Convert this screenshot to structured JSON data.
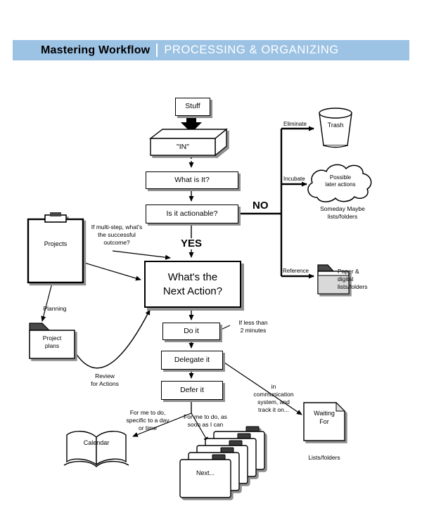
{
  "header": {
    "left_title": "Mastering Workflow",
    "right_title": "PROCESSING & ORGANIZING"
  },
  "colors": {
    "header_bar": "#9cc2e4",
    "header_right_text": "#ffffff",
    "ink": "#000000",
    "box_shadow": "#8f8f8f"
  },
  "flow": {
    "stuff": "Stuff",
    "in_tray": "\"IN\"",
    "what_is_it": "What is It?",
    "actionable": "Is it actionable?",
    "no": "NO",
    "yes": "YES",
    "next_action": "What's the\nNext Action?",
    "do_it": "Do it",
    "delegate_it": "Delegate it",
    "defer_it": "Defer it"
  },
  "left_column": {
    "projects": "Projects",
    "multi_step_note": "If multi-step, what's\nthe successful\noutcome?",
    "planning": "Planning",
    "project_plans": "Project\nplans",
    "review_for_actions": "Review\nfor Actions",
    "for_me_day": "For me to do,\nspecific to a day\nor time",
    "calendar": "Calendar"
  },
  "right_column": {
    "eliminate": "Eliminate",
    "trash": "Trash",
    "incubate": "Incubate",
    "possible_later": "Possible\nlater actions",
    "someday_maybe": "Someday Maybe\nlists/folders",
    "reference": "Reference",
    "paper_digital": "Paper &\ndigital\nlists/folders",
    "if_less_than": "If less than\n2 minutes",
    "comm_system": "in\ncommunication\nsystem, and\ntrack it on...",
    "waiting_for": "Waiting\nFor",
    "lists_folders": "Lists/folders"
  },
  "bottom": {
    "for_me_soon": "For me to do, as\nsoon as I can",
    "next_stack": "Next..."
  }
}
